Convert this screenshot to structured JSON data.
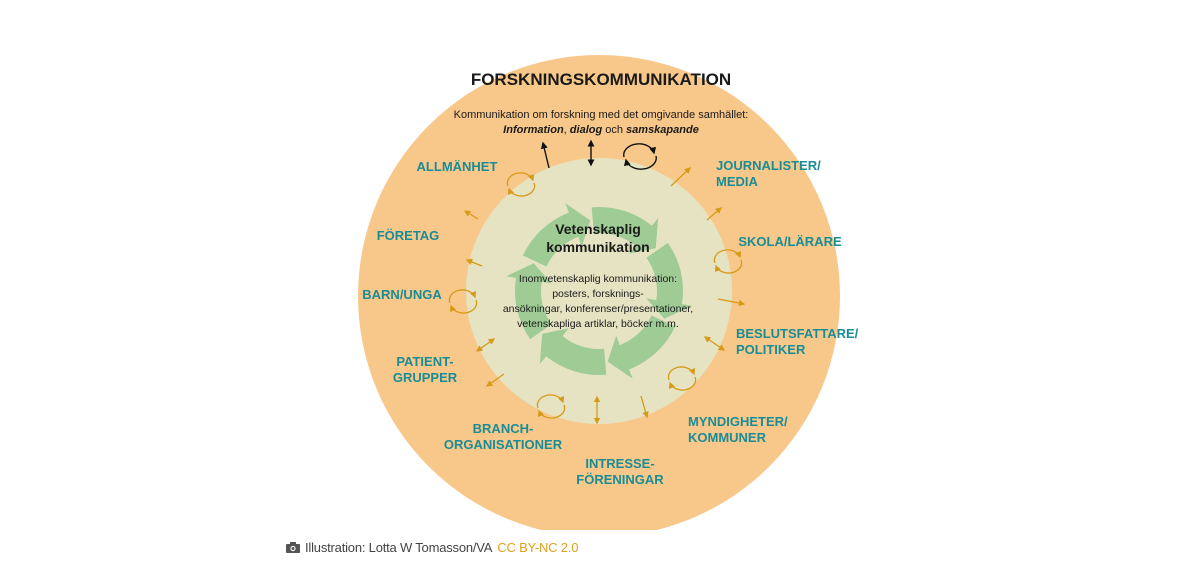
{
  "title": "FORSKNINGSKOMMUNIKATION",
  "subtitle": {
    "line1": "Kommunikation om forskning med det omgivande samhället:",
    "line2_parts": [
      "Information",
      ", ",
      "dialog",
      " och ",
      "samskapande"
    ]
  },
  "center": {
    "title_line1": "Vetenskaplig",
    "title_line2": "kommunikation",
    "body_lines": [
      "Inomvetenskaplig kommunikation:",
      "posters, forsknings-",
      "ansökningar, konferenser/presentationer,",
      "vetenskapliga artiklar, böcker m.m."
    ]
  },
  "stakeholders": [
    {
      "lines": [
        "ALLMÄNHET"
      ]
    },
    {
      "lines": [
        "JOURNALISTER/",
        "MEDIA"
      ]
    },
    {
      "lines": [
        "FÖRETAG"
      ]
    },
    {
      "lines": [
        "SKOLA/LÄRARE"
      ]
    },
    {
      "lines": [
        "BARN/UNGA"
      ]
    },
    {
      "lines": [
        "BESLUTSFATTARE/",
        "POLITIKER"
      ]
    },
    {
      "lines": [
        "PATIENT-",
        "GRUPPER"
      ]
    },
    {
      "lines": [
        "MYNDIGHETER/",
        "KOMMUNER"
      ]
    },
    {
      "lines": [
        "BRANCH-",
        "ORGANISATIONER"
      ]
    },
    {
      "lines": [
        "INTRESSE-",
        "FÖRENINGAR"
      ]
    }
  ],
  "colors": {
    "outer": "#f8c88a",
    "inner": "#e6e3c2",
    "cycle_arrows": "#9fcb95",
    "label": "#1a8c96",
    "small_arrows": "#d79a16"
  },
  "caption": {
    "icon": "camera-icon",
    "text": "Illustration: Lotta W Tomasson/VA",
    "license": "CC BY-NC 2.0"
  }
}
